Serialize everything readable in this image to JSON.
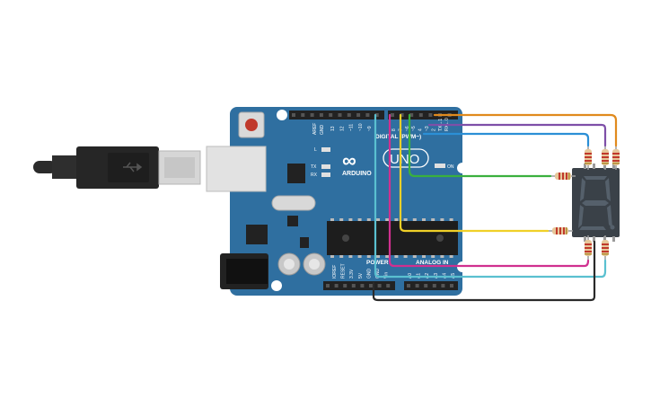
{
  "board": {
    "brand": "ARDUINO",
    "model": "UNO",
    "logo_symbol": "∞",
    "color": "#2f6fa0",
    "header_labels": {
      "aref": "AREF",
      "gnd": "GND",
      "digital": "DIGITAL (PWM~)",
      "power": "POWER",
      "analog_in": "ANALOG IN",
      "tx": "TX",
      "rx": "RX",
      "l": "L",
      "on": "ON"
    },
    "digital_pins": [
      "13",
      "12",
      "~11",
      "~10",
      "~9",
      "8",
      "7",
      "~6",
      "~5",
      "4",
      "~3",
      "2",
      "TX→1",
      "RX←0"
    ],
    "power_pins": [
      "IOREF",
      "RESET",
      "3.3V",
      "5V",
      "GND",
      "GND",
      "Vin"
    ],
    "analog_pins": [
      "A0",
      "A1",
      "A2",
      "A3",
      "A4",
      "A5"
    ]
  },
  "display": {
    "digit": "8",
    "color": "#3a4148"
  },
  "wire_colors": {
    "orange": "#e08a1e",
    "purple": "#7e4fa8",
    "blue": "#2b8fd6",
    "green": "#3ab03e",
    "yellow": "#f0d028",
    "magenta": "#d0308f",
    "cyan": "#5ac0d0",
    "black": "#2a2a2a"
  },
  "icons": {
    "usb": "usb-icon",
    "reset": "reset-button"
  }
}
